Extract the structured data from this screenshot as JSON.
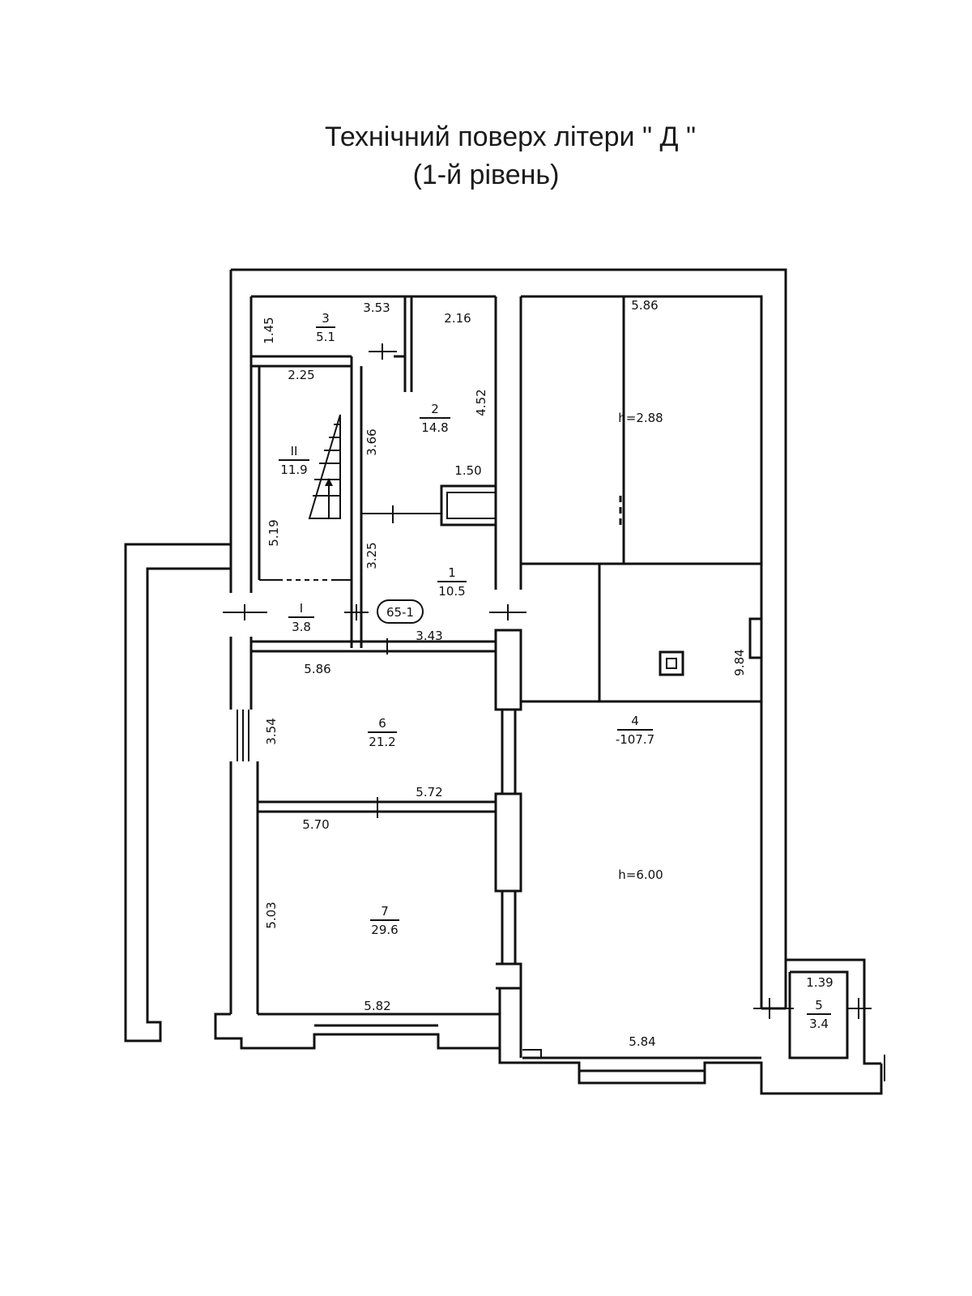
{
  "title": {
    "line1": "Технічний поверх літери \" Д \"",
    "line2": "(1-й рівень)"
  },
  "rooms": {
    "r3": {
      "number": "3",
      "area": "5.1"
    },
    "r2": {
      "number": "2",
      "area": "14.8"
    },
    "rII": {
      "number": "II",
      "area": "11.9"
    },
    "r1": {
      "number": "1",
      "area": "10.5"
    },
    "rI": {
      "number": "I",
      "area": "3.8"
    },
    "r6": {
      "number": "6",
      "area": "21.2"
    },
    "r7": {
      "number": "7",
      "area": "29.6"
    },
    "r4": {
      "number": "4",
      "area": "-107.7"
    },
    "r5": {
      "number": "5",
      "area": "3.4"
    }
  },
  "badge": "65-1",
  "heights": {
    "upper": "h=2.88",
    "lower": "h=6.00"
  },
  "dimensions": {
    "d353": "3.53",
    "d216": "2.16",
    "d145": "1.45",
    "d225": "2.25",
    "d366": "3.66",
    "d452": "4.52",
    "d150": "1.50",
    "d519": "5.19",
    "d325": "3.25",
    "d343": "3.43",
    "d586a": "5.86",
    "d586b": "5.86",
    "d354": "3.54",
    "d572": "5.72",
    "d570": "5.70",
    "d503": "5.03",
    "d582": "5.82",
    "d984": "9.84",
    "d584": "5.84",
    "d139": "1.39"
  }
}
